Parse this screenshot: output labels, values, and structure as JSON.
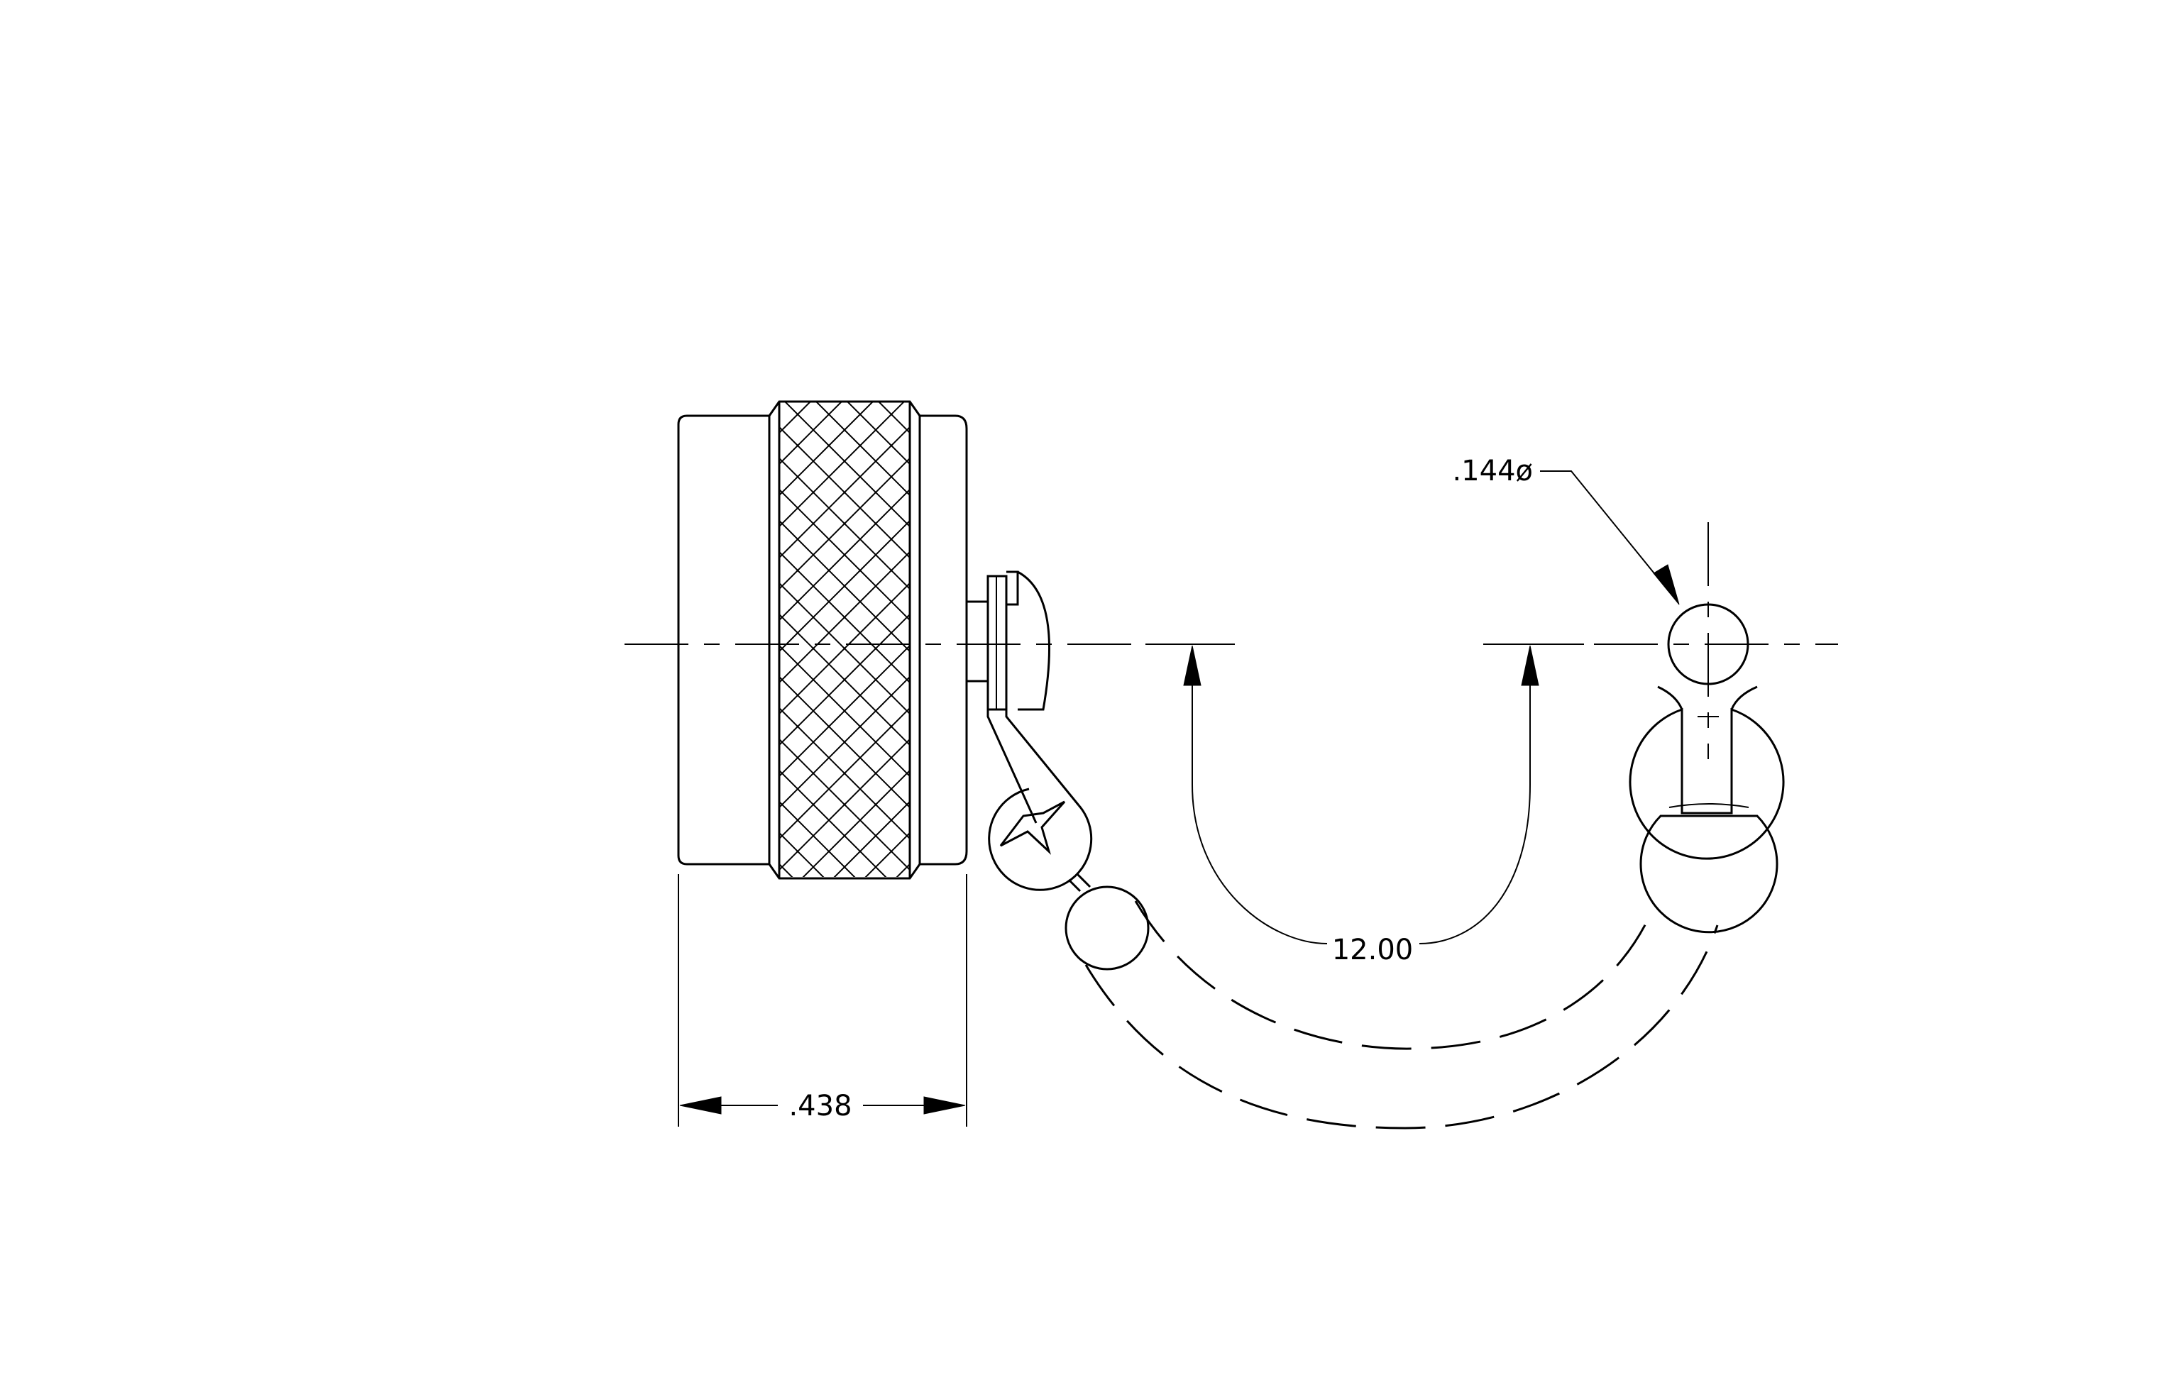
{
  "drawing": {
    "dimensions": {
      "width_label": ".438",
      "chain_length_label": "12.00",
      "hole_diameter_label": ".144ø"
    },
    "colors": {
      "line": "#000000",
      "background": "#ffffff"
    }
  }
}
